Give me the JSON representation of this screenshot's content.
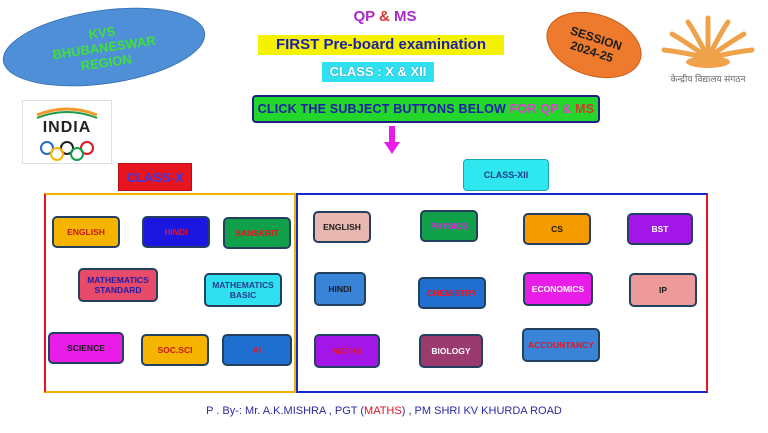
{
  "region": {
    "text": "KVS BHUBANESWAR REGION"
  },
  "session": {
    "text": "SESSION 2024-25"
  },
  "kvs_logo": {
    "caption": "केन्द्रीय विद्यालय संगठन"
  },
  "india_logo": {
    "text": "INDIA"
  },
  "heading": {
    "qp": "QP",
    "amp": "&",
    "ms": "MS",
    "exam": "FIRST  Pre-board examination",
    "class": "CLASS : X & XII"
  },
  "instruction": {
    "part1": "CLICK THE SUBJECT   BUTTONS  BELOW",
    "part2": " FOR ",
    "part3": "QP",
    "part4": " & ",
    "part5": "MS"
  },
  "class_x": {
    "label": "CLASS-X",
    "subjects": [
      {
        "label": "ENGLISH",
        "bg": "#f5b400",
        "fg": "#c8151b"
      },
      {
        "label": "HINDI",
        "bg": "#1b16e0",
        "fg": "#e8141e"
      },
      {
        "label": "SANSKRIT",
        "bg": "#10a04a",
        "fg": "#e8141e"
      },
      {
        "label": "MATHEMATICS STANDARD",
        "bg": "#e84a6a",
        "fg": "#1e1ea8"
      },
      {
        "label": "MATHEMATICS BASIC",
        "bg": "#2fe0ef",
        "fg": "#1e3c8a"
      },
      {
        "label": "SCIENCE",
        "bg": "#e81ee8",
        "fg": "#1a1a1a"
      },
      {
        "label": "SOC.SCI",
        "bg": "#f5b400",
        "fg": "#c8151b"
      },
      {
        "label": "AI",
        "bg": "#1e6fd0",
        "fg": "#e8141e"
      }
    ]
  },
  "class_xii": {
    "label": "CLASS-XII",
    "subjects": [
      {
        "label": "ENGLISH",
        "bg": "#e8b8b0",
        "fg": "#1a1a1a"
      },
      {
        "label": "PHYSICS",
        "bg": "#10a04a",
        "fg": "#e81ee8"
      },
      {
        "label": "CS",
        "bg": "#f59b00",
        "fg": "#1a1a1a"
      },
      {
        "label": "BST",
        "bg": "#a216e8",
        "fg": "#ffffff"
      },
      {
        "label": "HINDI",
        "bg": "#3a84d8",
        "fg": "#1a1a1a"
      },
      {
        "label": "CHEMISTRY",
        "bg": "#1e6fd0",
        "fg": "#e8141e"
      },
      {
        "label": "ECONOMICS",
        "bg": "#e81ee8",
        "fg": "#ffffff"
      },
      {
        "label": "IP",
        "bg": "#ec9a9a",
        "fg": "#1a1a1a"
      },
      {
        "label": "MATHS",
        "bg": "#a216e8",
        "fg": "#e8141e"
      },
      {
        "label": "BIOLOGY",
        "bg": "#9a3a6e",
        "fg": "#ffffff"
      },
      {
        "label": "ACCOUNTANCY",
        "bg": "#3a84d8",
        "fg": "#e8141e"
      }
    ]
  },
  "footer": {
    "p1": "P . By-: Mr. A.K.MISHRA , PGT (",
    "p2": "MATHS",
    "p3": ") , PM SHRI KV KHURDA ROAD"
  }
}
